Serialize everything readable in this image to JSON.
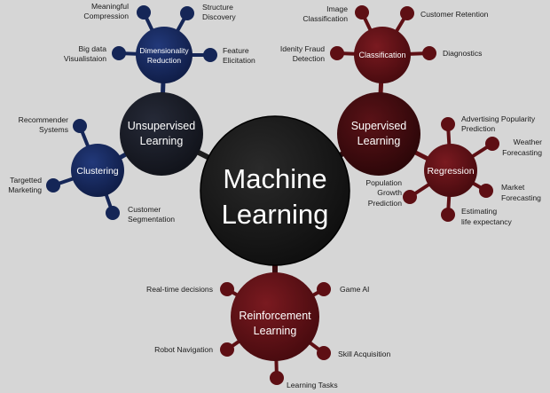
{
  "colors": {
    "background": "#d6d6d6",
    "center": "#161616",
    "unsupervised": "#171a24",
    "supervised": "#3c0a0d",
    "reinforcement": "#5a1216",
    "blue_node": "#152657",
    "red_node": "#5e0f14"
  },
  "center": {
    "line1": "Machine",
    "line2": "Learning"
  },
  "unsupervised": {
    "line1": "Unsupervised",
    "line2": "Learning",
    "dimensionality": {
      "line1": "Dimensionality",
      "line2": "Reduction",
      "leaves": [
        {
          "line1": "Meaningful",
          "line2": "Compression"
        },
        {
          "line1": "Structure",
          "line2": "Discovery"
        },
        {
          "line1": "Big data",
          "line2": "Visualistaion"
        },
        {
          "line1": "Feature",
          "line2": "Elicitation"
        }
      ]
    },
    "clustering": {
      "label": "Clustering",
      "leaves": [
        {
          "line1": "Recommender",
          "line2": "Systems"
        },
        {
          "line1": "Targetted",
          "line2": "Marketing"
        },
        {
          "line1": "Customer",
          "line2": "Segmentation"
        }
      ]
    }
  },
  "supervised": {
    "line1": "Supervised",
    "line2": "Learning",
    "classification": {
      "label": "Classification",
      "leaves": [
        {
          "line1": "Image",
          "line2": "Classification"
        },
        {
          "line1": "Customer Retention",
          "line2": ""
        },
        {
          "line1": "Idenity Fraud",
          "line2": "Detection"
        },
        {
          "line1": "Diagnostics",
          "line2": ""
        }
      ]
    },
    "regression": {
      "label": "Regression",
      "leaves": [
        {
          "line1": "Advertising Popularity",
          "line2": "Prediction"
        },
        {
          "line1": "Weather",
          "line2": "Forecasting"
        },
        {
          "line1": "Population",
          "line2": "Growth",
          "line3": "Prediction"
        },
        {
          "line1": "Market",
          "line2": "Forecasting"
        },
        {
          "line1": "Estimating",
          "line2": "life expectancy"
        }
      ]
    }
  },
  "reinforcement": {
    "line1": "Reinforcement",
    "line2": "Learning",
    "leaves": [
      {
        "label": "Real-time decisions"
      },
      {
        "label": "Game AI"
      },
      {
        "label": "Robot Navigation"
      },
      {
        "label": "Skill Acquisition"
      },
      {
        "label": "Learning Tasks"
      }
    ]
  }
}
